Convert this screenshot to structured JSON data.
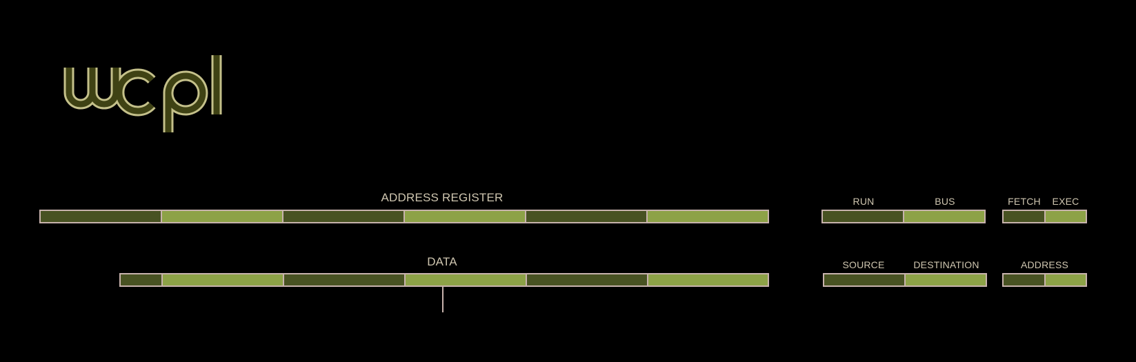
{
  "logo": {
    "text": "wcpl",
    "outline_color": "#c4c08a",
    "fill_color": "#3f4214"
  },
  "address_register": {
    "label": "ADDRESS REGISTER",
    "segments": [
      "dark",
      "light",
      "dark",
      "light",
      "dark",
      "light"
    ]
  },
  "data": {
    "label": "DATA",
    "segments": [
      "dark",
      "light",
      "dark",
      "light",
      "dark",
      "light"
    ]
  },
  "control": {
    "run": "RUN",
    "bus": "BUS",
    "fetch": "FETCH",
    "exec": "EXEC",
    "source": "SOURCE",
    "destination": "DESTINATION",
    "address": "ADDRESS"
  },
  "colors": {
    "background": "#000000",
    "border": "#c8b3ad",
    "dark_segment": "#485222",
    "light_segment": "#8da247",
    "label_text": "#cfc6b0"
  }
}
